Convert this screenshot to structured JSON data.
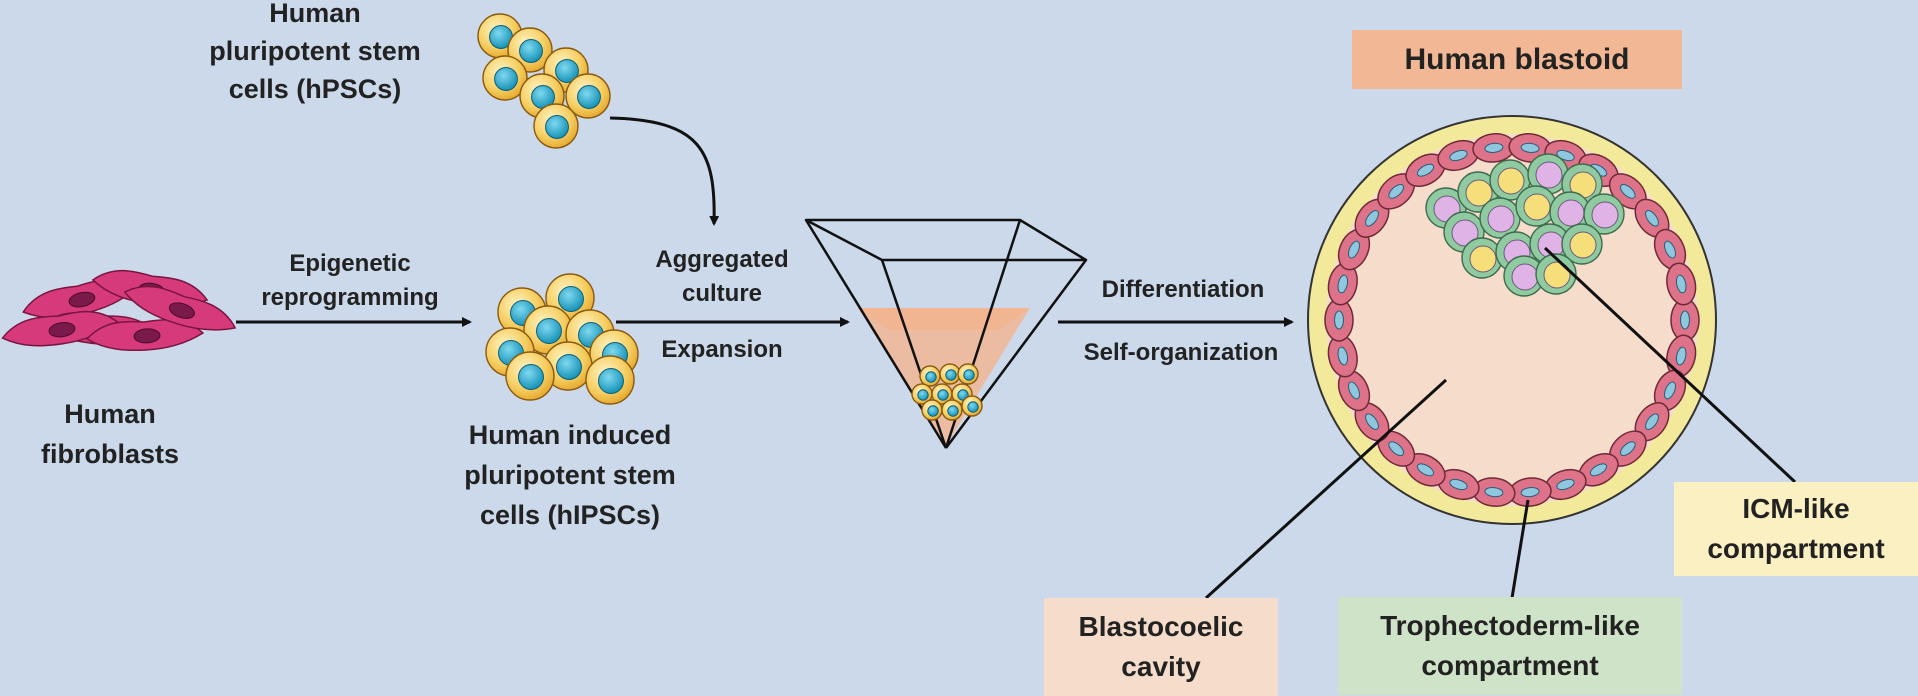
{
  "labels": {
    "hpsc": [
      "Human",
      "pluripotent stem",
      "cells (hPSCs)"
    ],
    "fibroblasts": [
      "Human",
      "fibroblasts"
    ],
    "reprogramming": [
      "Epigenetic",
      "reprogramming"
    ],
    "hipsc": [
      "Human induced",
      "pluripotent stem",
      "cells (hIPSCs)"
    ],
    "aggregated": [
      "Aggregated",
      "culture"
    ],
    "expansion": "Expansion",
    "differentiation": "Differentiation",
    "self_org": "Self-organization"
  },
  "boxes": {
    "blastoid": {
      "text": "Human blastoid",
      "color": "#f2b896"
    },
    "icm": {
      "lines": [
        "ICM-like",
        "compartment"
      ],
      "color": "#fbf0c2"
    },
    "blastocoel": {
      "lines": [
        "Blastocoelic",
        "cavity"
      ],
      "color": "#f6dccb"
    },
    "troph": {
      "lines": [
        "Trophectoderm-like",
        "compartment"
      ],
      "color": "#cfe3c8"
    }
  },
  "colors": {
    "background": "#cbd9ea",
    "cell_yellow": "#f2c14e",
    "cell_nucleus": "#1ea6c9",
    "fibroblast": "#d63a7b",
    "wedge": "#f3b48e",
    "troph_cell": "#dd7289",
    "zona": "#f3e99a",
    "cavity": "#f6dccb",
    "icm_pink": "#e0b3e6",
    "icm_yellow": "#f6df7a",
    "icm_green": "#8fcaa0"
  }
}
